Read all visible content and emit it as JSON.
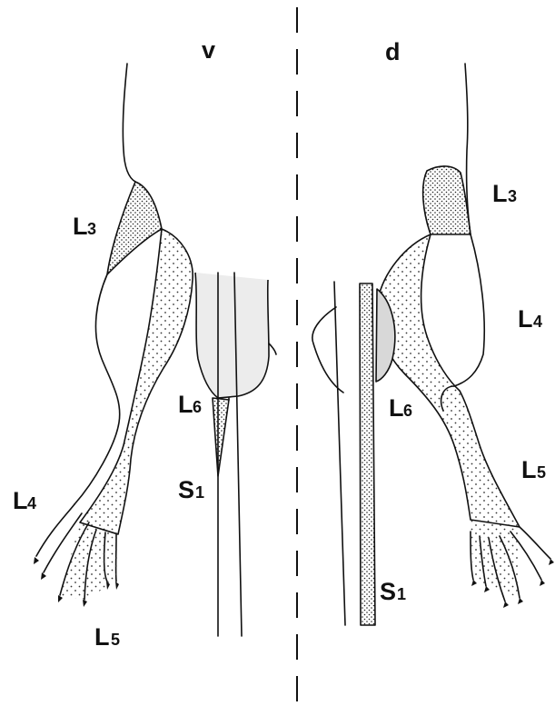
{
  "views": {
    "ventral": {
      "tag": "v"
    },
    "dorsal": {
      "tag": "d"
    }
  },
  "labels": {
    "ventral": {
      "L3": {
        "letter": "L",
        "num": "3"
      },
      "L4": {
        "letter": "L",
        "num": "4"
      },
      "L5": {
        "letter": "L",
        "num": "5"
      },
      "L6": {
        "letter": "L",
        "num": "6"
      },
      "S1": {
        "letter": "S",
        "num": "1"
      }
    },
    "dorsal": {
      "L3": {
        "letter": "L",
        "num": "3"
      },
      "L4": {
        "letter": "L",
        "num": "4"
      },
      "L5": {
        "letter": "L",
        "num": "5"
      },
      "L6": {
        "letter": "L",
        "num": "6"
      },
      "S1": {
        "letter": "S",
        "num": "1"
      }
    }
  },
  "colors": {
    "ink": "#111111",
    "background": "#ffffff",
    "stipple": "#333333"
  }
}
